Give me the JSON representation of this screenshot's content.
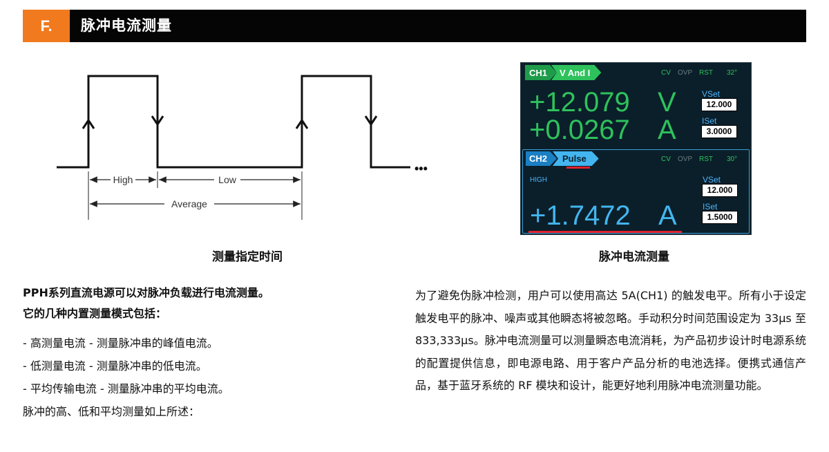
{
  "header": {
    "letter": "F.",
    "title": "脉冲电流测量"
  },
  "diagram": {
    "labels": {
      "high": "High",
      "low": "Low",
      "average": "Average",
      "dots": "•••"
    }
  },
  "captions": {
    "left": "测量指定时间",
    "right": "脉冲电流测量"
  },
  "screen": {
    "ch1": {
      "tag": "CH1",
      "mode": "V And I",
      "status": [
        "CV",
        "OVP",
        "RST",
        "32°"
      ],
      "voltage": "+12.079",
      "voltage_unit": "V",
      "current": "+0.0267",
      "current_unit": "A",
      "vset_label": "VSet",
      "vset_value": "12.000",
      "iset_label": "ISet",
      "iset_value": "3.0000"
    },
    "ch2": {
      "tag": "CH2",
      "mode": "Pulse",
      "status": [
        "CV",
        "OVP",
        "RST",
        "30°"
      ],
      "range_label": "HIGH",
      "current": "+1.7472",
      "current_unit": "A",
      "vset_label": "VSet",
      "vset_value": "12.000",
      "iset_label": "ISet",
      "iset_value": "1.5000"
    },
    "colors": {
      "ch1_green": "#2ec25c",
      "ch2_blue": "#43b5ef",
      "red_marker": "#e0202b",
      "active_status": "#2ec25c",
      "inactive_status": "#6a7a80"
    }
  },
  "left_text": {
    "intro": [
      "PPH系列直流电源可以对脉冲负载进行电流测量。",
      "它的几种内置测量模式包括："
    ],
    "items": [
      "- 高测量电流 - 测量脉冲串的峰值电流。",
      "- 低测量电流 - 测量脉冲串的低电流。",
      "- 平均传输电流 - 测量脉冲串的平均电流。"
    ],
    "closing": "脉冲的高、低和平均测量如上所述："
  },
  "right_text": "为了避免伪脉冲检测，用户可以使用高达 5A(CH1) 的触发电平。所有小于设定触发电平的脉冲、噪声或其他瞬态将被忽略。手动积分时间范围设定为 33μs 至 833,333μs。脉冲电流测量可以测量瞬态电流消耗，为产品初步设计时电源系统的配置提供信息，即电源电路、用于客户产品分析的电池选择。便携式通信产品，基于蓝牙系统的 RF 模块和设计，能更好地利用脉冲电流测量功能。"
}
